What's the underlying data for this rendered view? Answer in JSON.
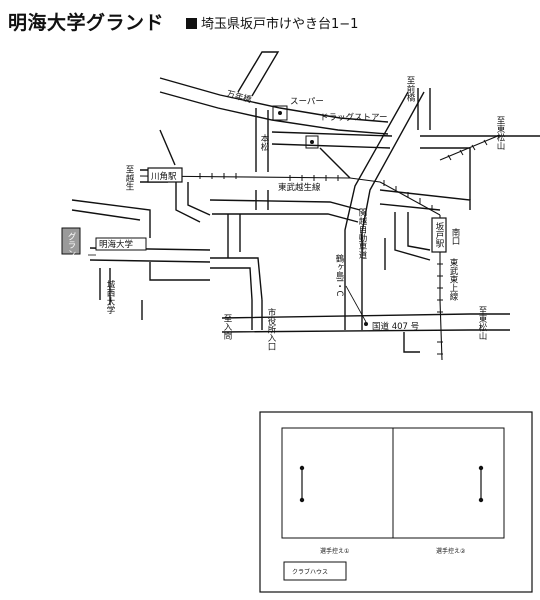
{
  "header": {
    "title": "明海大学グランド",
    "address": "埼玉県坂戸市けやき台1−1"
  },
  "map": {
    "labels": {
      "mannenbashi": "万年橋",
      "super": "スーパー",
      "drugstore": "ドラッグストアー",
      "honmatsu": "本松",
      "kawakado_station": "川角駅",
      "to_oguse": "至越生",
      "tobu_ogose_line": "東武越生線",
      "to_maebashi": "至前橋",
      "to_higashimatsuyama_top": "至東松山",
      "kanetsu_expressway": "関越自動車道",
      "tsurugashima_ic": "鶴ヶ島I・C",
      "sakado_station": "坂戸駅",
      "south_exit": "南口",
      "tobu_tojo_line": "東武東上線",
      "to_higashimatsuyama_bottom": "至東松山",
      "route407": "国道 407 号",
      "city_hall_entrance": "市役所入口",
      "to_iruma": "至入間",
      "ground": "グランド",
      "meikai_univ": "明海大学",
      "josai_univ": "城西大学"
    }
  },
  "facility": {
    "bench1": "選手控え①",
    "bench2": "選手控え②",
    "clubhouse": "クラブハウス"
  }
}
